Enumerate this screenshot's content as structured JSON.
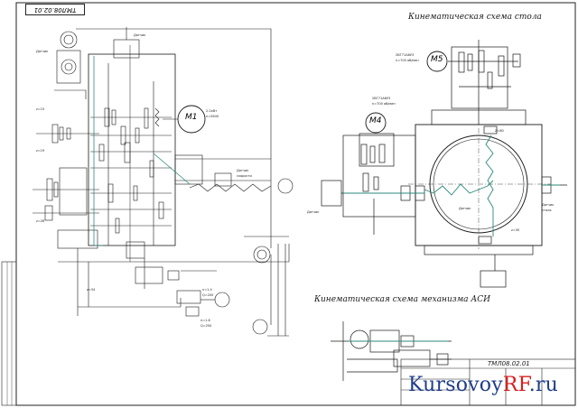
{
  "drawing": {
    "code_top_rotated": "ТМЛ08.02.01",
    "code_stamp": "ТМЛ08.02.01",
    "title_table": "Кинематическая схема стола",
    "title_asi": "Кинематическая схема механизма АСИ",
    "motors": [
      "M1",
      "M4",
      "M5"
    ],
    "stroke_color": "#1a1a1a",
    "accent_line_color": "#2a8a7a"
  },
  "watermark": {
    "part1": "Kursovoy",
    "part2": "RF",
    "part3": ".ru",
    "color_main": "#1f3d8a",
    "color_accent": "#d81e1e"
  }
}
